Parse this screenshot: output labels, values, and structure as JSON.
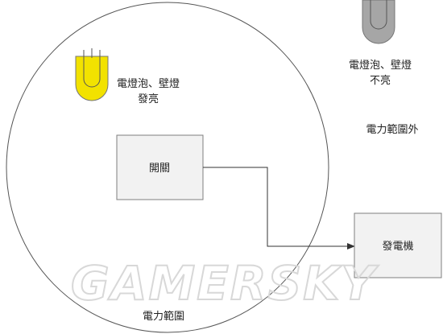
{
  "bulb_on": {
    "label_line1": "電燈泡、壁燈",
    "label_line2": "發亮",
    "color": "#f2e200"
  },
  "bulb_off": {
    "label_line1": "電燈泡、壁燈",
    "label_line2": "不亮",
    "color": "#a6a6a6"
  },
  "outside_label": "電力範圍外",
  "switch_box": {
    "label": "開關"
  },
  "generator_box": {
    "label": "發電機"
  },
  "circle_label": "電力範圍",
  "watermark": "GAMERSKY",
  "colors": {
    "stroke": "#555555",
    "box_fill": "#f2f2f2",
    "box_stroke": "#7f7f7f"
  }
}
